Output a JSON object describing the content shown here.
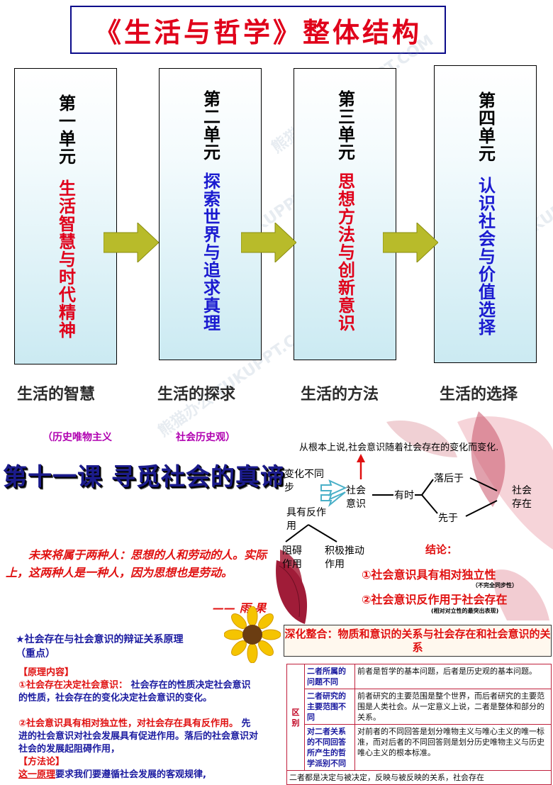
{
  "top": {
    "title": "《生活与哲学》整体结构",
    "units": [
      {
        "num": "第一单元",
        "name": "生活智慧与时代精神",
        "color": "#e0001a",
        "caption": "生活的智慧"
      },
      {
        "num": "第二单元",
        "name": "探索世界与追求真理",
        "color": "#1a1ad0",
        "caption": "生活的探求"
      },
      {
        "num": "第三单元",
        "name": "思想方法与创新意识",
        "color": "#e0001a",
        "caption": "生活的方法"
      },
      {
        "num": "第四单元",
        "name": "认识社会与价值选择",
        "color": "#1a1ad0",
        "caption": "生活的选择"
      }
    ],
    "watermark": "熊猫办公 TUKUPPT.COM"
  },
  "lesson": {
    "left_label": "（历史唯物主义",
    "right_label": "社会历史观）",
    "title": "第十一课 寻觅社会的真谛",
    "quote": "未来将属于两种人：思想的人和劳动的人。实际上，这两种人是一种人，因为思想也是劳动。",
    "author": "—— 雨 果"
  },
  "diagram": {
    "top_text": "从根本上说,社会意识随着社会存在的变化而变化.",
    "not_sync": "变化不同步",
    "consciousness": "社会意识",
    "sometimes": "有时",
    "lag": "落后于",
    "ahead": "先于",
    "existence": "社会存在",
    "counter": "具有反作用",
    "hinder": "阻碍作用",
    "promote": "积极推动作用",
    "conclusion_label": "结论：",
    "c1": "①社会意识具有相对独立性",
    "c1_note": "（不完全同步性）",
    "c2": "②社会意识反作用于社会存在",
    "c2_note": "(相对对立性的最突出表现)"
  },
  "principle": {
    "heading": "★社会存在与社会意识的辩证关系原理",
    "key": "（重点）",
    "content_label": "【原理内容】",
    "p1a": "①社会存在决定社会意识：",
    "p1b": "社会存在的性质决定社会意识的性质，社会存在的变化决定社会意识的变化。",
    "p2a": "②社会意识具有相对独立性，对社会存在具有反作用。",
    "p2b": "先进的社会意识对社会发展具有促进作用。落后的社会意识对社会的发展起阻碍作用，",
    "method_label": "【方法论】",
    "m1a": "这一原理",
    "m1b": "要求我们要遵循社会发展的客观规律,"
  },
  "deep": {
    "title": "深化整合：物质和意识的关系与社会存在和社会意识的关系",
    "group": "区别",
    "rows": [
      {
        "key": "二者所属的问题不同",
        "val": "前者是哲学的基本问题，后者是历史观的基本问题。"
      },
      {
        "key": "二者研究的主要范围不同",
        "val": "前者研究的主要范围是整个世界，而后者研究的主要范围是人类社会。从一定意义上说，二者是整体和部分的关系。"
      },
      {
        "key": "对二者关系的不同回答所产生的哲学派别不同",
        "val": "对前者的不同回答是划分唯物主义与唯心主义的唯一标准，而对后者的不同回答则是划分历史唯物主义与历史唯心主义的根本标准。"
      }
    ],
    "partial": "二者都是决定与被决定，反映与被反映的关系，社会存在"
  },
  "colors": {
    "red": "#e0001a",
    "blue": "#1a1ad0",
    "arrow": "#b8bb2a",
    "border": "#0b0b8a"
  }
}
